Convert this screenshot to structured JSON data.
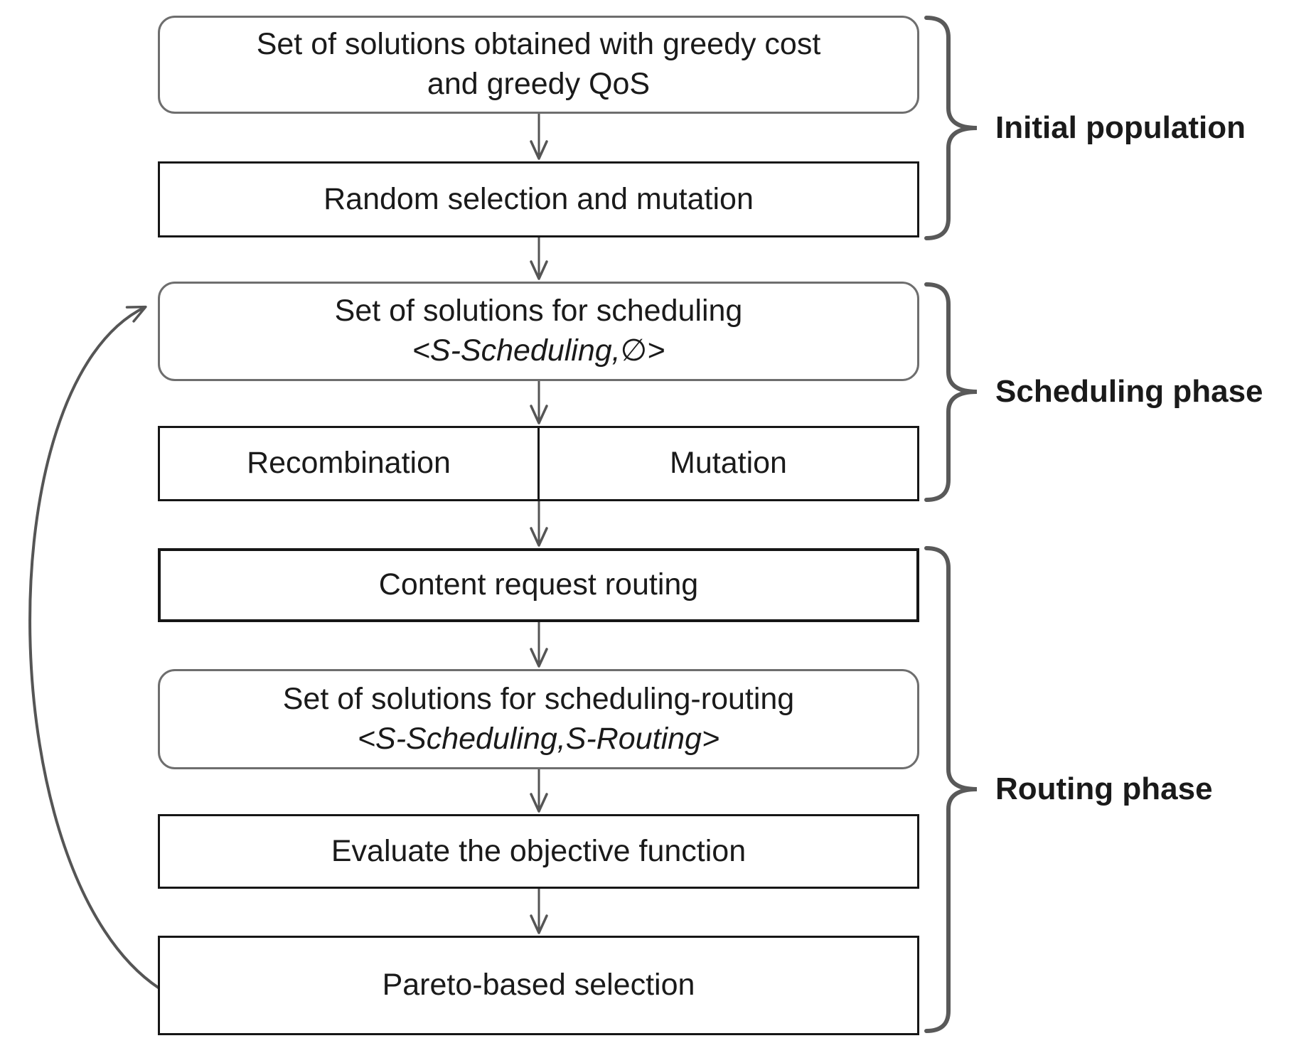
{
  "figure": {
    "type": "flowchart",
    "boxes": {
      "initial_solutions": {
        "line1": "Set of solutions obtained with greedy cost",
        "line2": "and greedy QoS"
      },
      "random_selection": {
        "label": "Random selection and mutation"
      },
      "scheduling_solutions": {
        "title": "Set of solutions for scheduling",
        "tuple": "<S-Scheduling,∅>"
      },
      "recombination": {
        "label": "Recombination"
      },
      "mutation": {
        "label": "Mutation"
      },
      "content_request_routing": {
        "label": "Content request routing"
      },
      "scheduling_routing_solutions": {
        "title": "Set of solutions for scheduling-routing",
        "tuple": "<S-Scheduling,S-Routing>"
      },
      "evaluate_objective": {
        "label": "Evaluate the objective function"
      },
      "pareto_selection": {
        "label": "Pareto-based selection"
      }
    },
    "phase_labels": {
      "initial": "Initial population",
      "scheduling": "Scheduling phase",
      "routing": "Routing phase"
    },
    "colors": {
      "rect_border": "#161616",
      "rounded_border": "#6e6e6e",
      "connector": "#555555",
      "brace": "#595959",
      "text": "#1a1a1a",
      "background": "#ffffff"
    }
  }
}
